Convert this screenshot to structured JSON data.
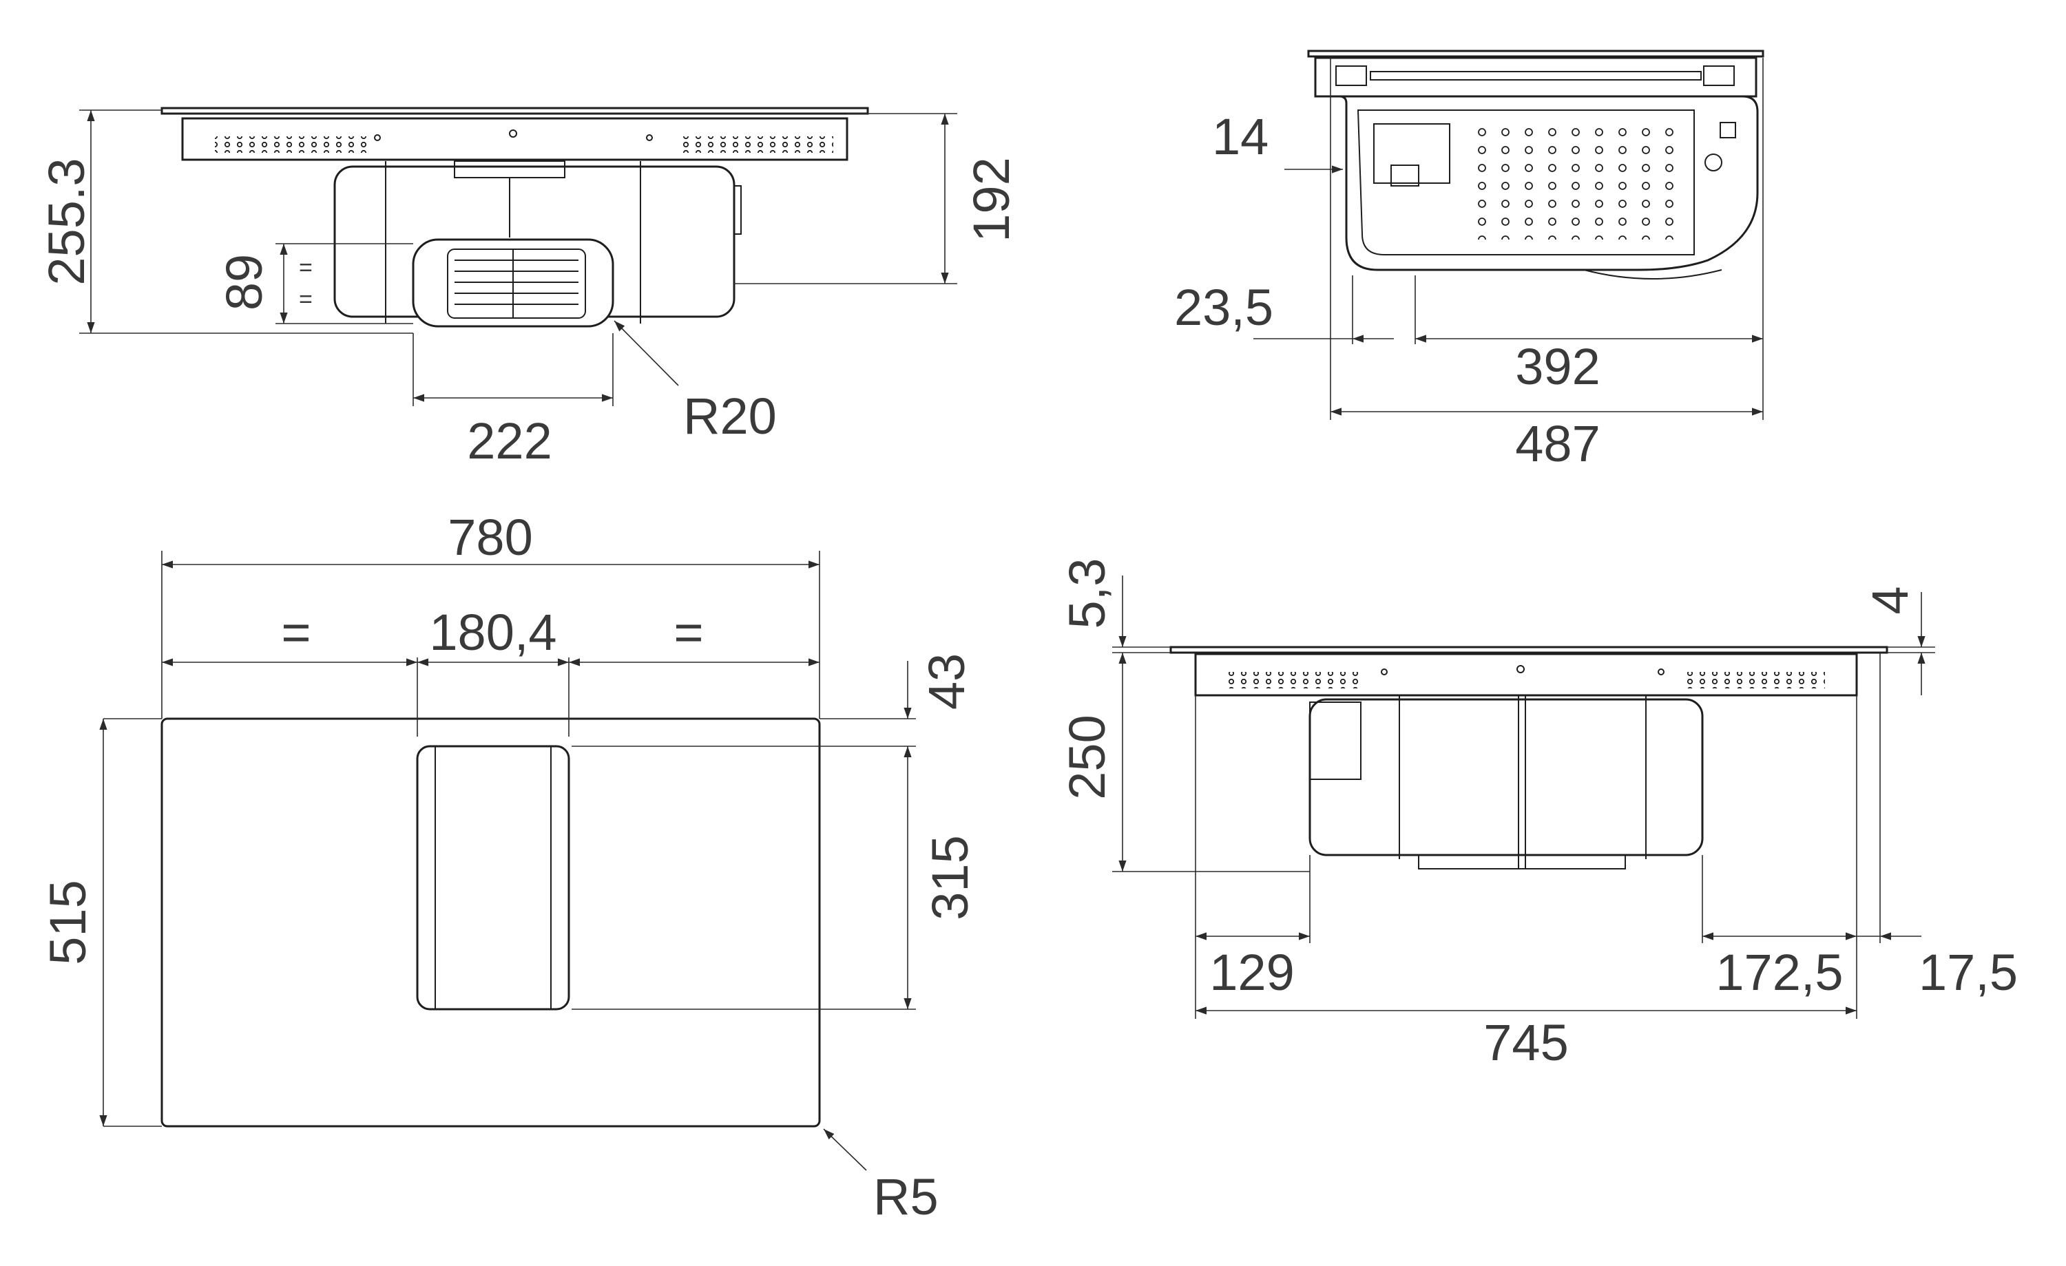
{
  "dimensions": {
    "front_height_total": "255.3",
    "front_height_body": "192",
    "front_duct_height": "89",
    "front_duct_width": "222",
    "front_duct_radius": "R20",
    "side_top_offset": "14",
    "side_left_gap": "23,5",
    "side_inner_depth": "392",
    "side_total_depth": "487",
    "top_width": "780",
    "top_equal_left": "=",
    "top_cutout_width": "180,4",
    "top_equal_right": "=",
    "top_depth": "515",
    "top_cutout_offset": "43",
    "top_cutout_length": "315",
    "top_corner_radius": "R5",
    "rear_glass_thickness": "5,3",
    "rear_frame_thickness": "4",
    "rear_height": "250",
    "rear_left_offset": "129",
    "rear_right_offset": "172,5",
    "rear_edge_offset": "17,5",
    "rear_width": "745"
  }
}
